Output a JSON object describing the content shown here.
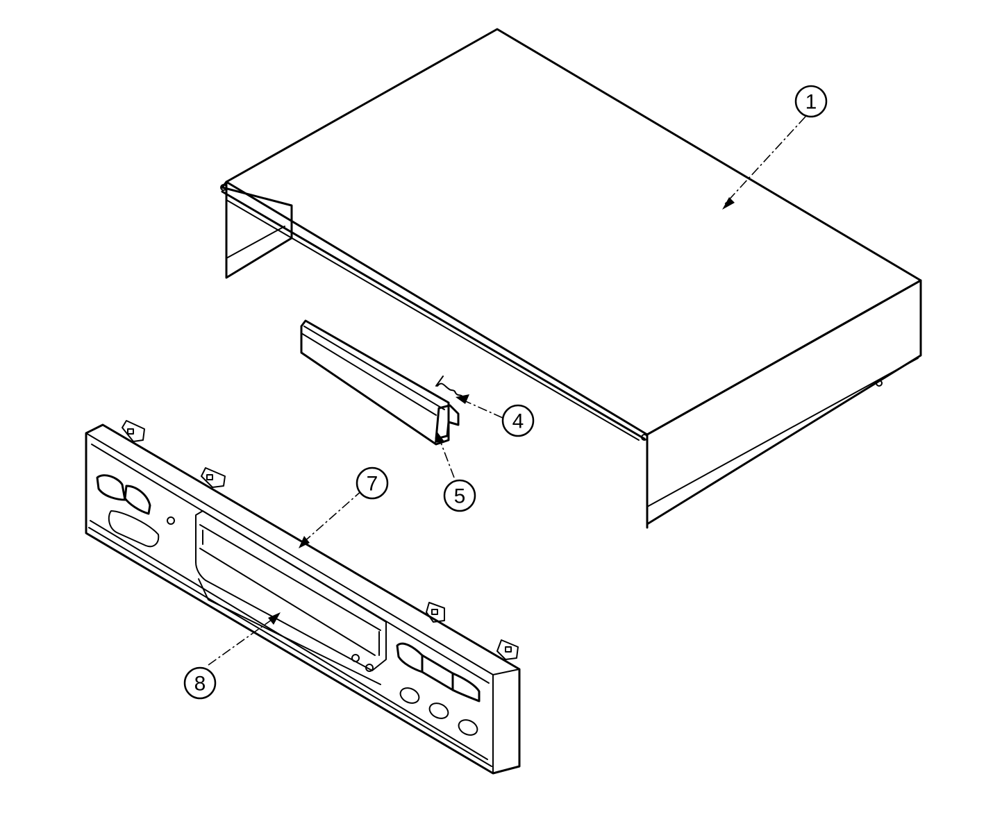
{
  "callouts": [
    {
      "id": "callout-1",
      "label": "1"
    },
    {
      "id": "callout-4",
      "label": "4"
    },
    {
      "id": "callout-5",
      "label": "5"
    },
    {
      "id": "callout-7",
      "label": "7"
    },
    {
      "id": "callout-8",
      "label": "8"
    }
  ]
}
